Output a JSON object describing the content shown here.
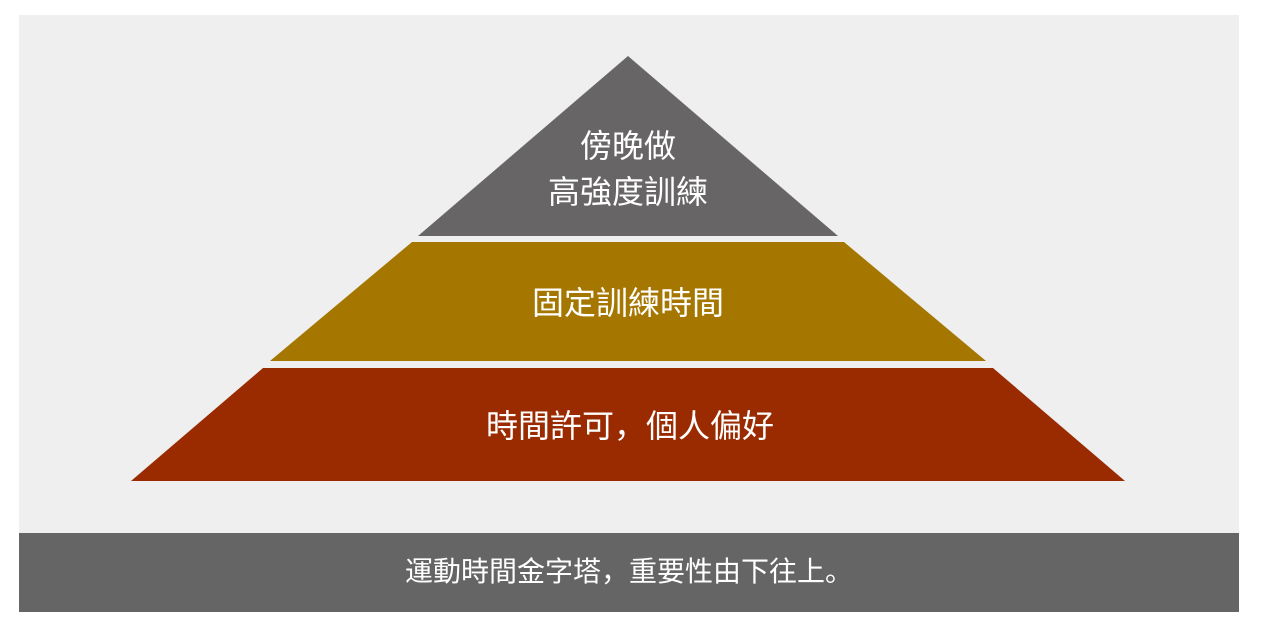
{
  "pyramid": {
    "tiers": [
      {
        "level": "top",
        "line1": "傍晚做",
        "line2": "高強度訓練",
        "color": "#676565"
      },
      {
        "level": "middle",
        "label": "固定訓練時間",
        "color": "#a57600"
      },
      {
        "level": "bottom",
        "label": "時間許可，個人偏好",
        "color": "#9a2b00"
      }
    ]
  },
  "caption": {
    "text": "運動時間金字塔，重要性由下往上。",
    "color": "#666565"
  },
  "background": "#eeefee"
}
